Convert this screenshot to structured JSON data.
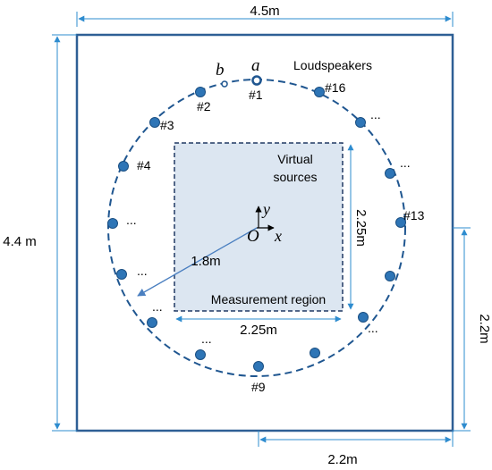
{
  "colors": {
    "room": "#2e5f95",
    "circle": "#1f5690",
    "speaker_fill": "#2e75b6",
    "speaker_edge": "#1b4f82",
    "dimension": "#2e8ccf",
    "region_fill": "#dce6f1",
    "region_edge": "#203864",
    "radius_line": "#4a7fc0"
  },
  "dimensions": {
    "room_width": "4.5m",
    "room_height": "4.4 m",
    "offset_x": "2.2m",
    "offset_y": "2.2m",
    "region_width": "2.25m",
    "region_height": "2.25m",
    "radius": "1.8m"
  },
  "labels": {
    "loudspeakers": "Loudspeakers",
    "virtual_sources_1": "Virtual",
    "virtual_sources_2": "sources",
    "measurement_region": "Measurement region",
    "point_a": "a",
    "point_b": "b",
    "origin": "O",
    "axis_x": "x",
    "axis_y": "y"
  },
  "speaker_labels": {
    "s1": "#1",
    "s2": "#2",
    "s3": "#3",
    "s4": "#4",
    "s9": "#9",
    "s13": "#13",
    "s16": "#16",
    "e1": "...",
    "e2": "...",
    "e3": "...",
    "e4": "...",
    "e5": "...",
    "e6": "...",
    "e7": "..."
  }
}
